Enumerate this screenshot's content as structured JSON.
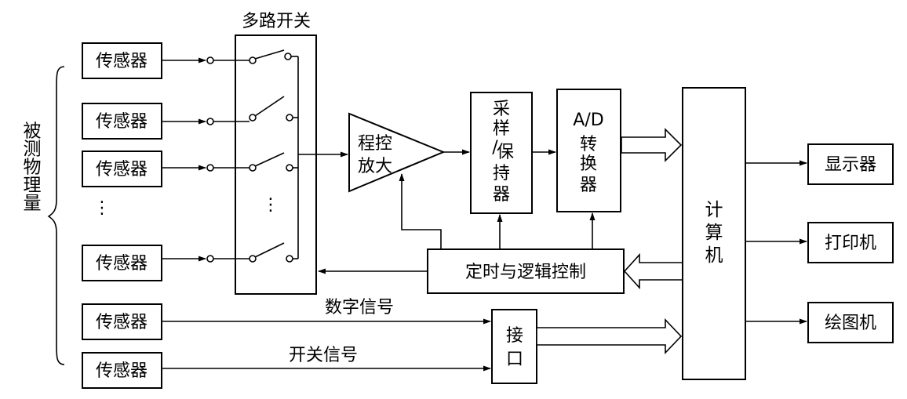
{
  "diagram": {
    "measured_quantity_label": "被测物理量",
    "sensor_label": "传感器",
    "sensor_count_analog": 4,
    "mux_title": "多路开关",
    "vertical_ellipsis": "⋮",
    "pga_label_line1": "程控",
    "pga_label_line2": "放大",
    "sample_hold_label": [
      "采",
      "样",
      "/",
      "保",
      "持",
      "器"
    ],
    "adc_label_line1": "A/D",
    "adc_label_line2": "转",
    "adc_label_line3": "换",
    "adc_label_line4": "器",
    "timing_logic_label": "定时与逻辑控制",
    "computer_label": [
      "计",
      "算",
      "机"
    ],
    "interface_label": [
      "接",
      "口"
    ],
    "digital_signal_label": "数字信号",
    "switch_signal_label": "开关信号",
    "display_label": "显示器",
    "printer_label": "打印机",
    "plotter_label": "绘图机"
  }
}
